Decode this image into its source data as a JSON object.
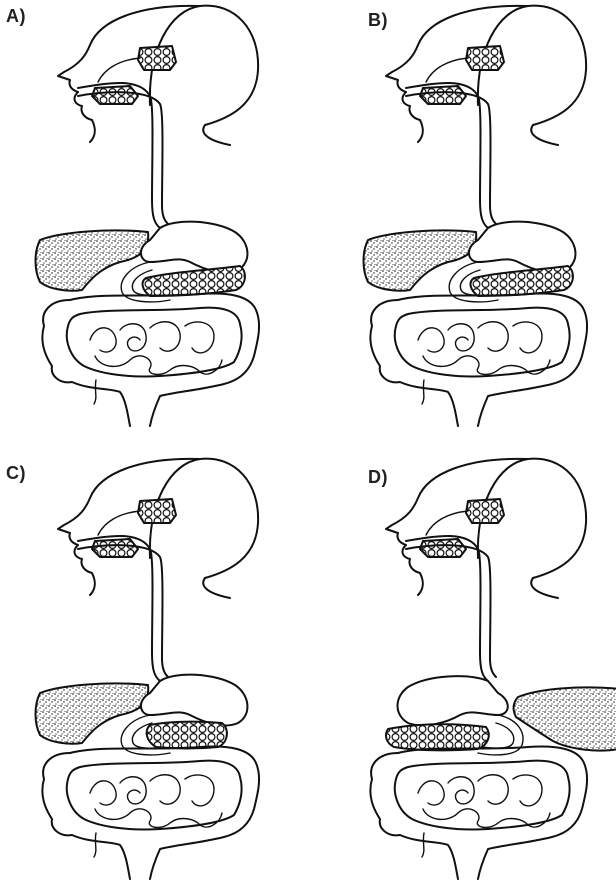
{
  "panels": [
    {
      "id": "a",
      "label": "A)",
      "liver_side": "left",
      "pancreas_side": "right"
    },
    {
      "id": "b",
      "label": "B)",
      "liver_side": "left",
      "pancreas_side": "right"
    },
    {
      "id": "c",
      "label": "C)",
      "liver_side": "left",
      "pancreas_side": "right"
    },
    {
      "id": "d",
      "label": "D)",
      "liver_side": "right",
      "pancreas_side": "left"
    }
  ]
}
